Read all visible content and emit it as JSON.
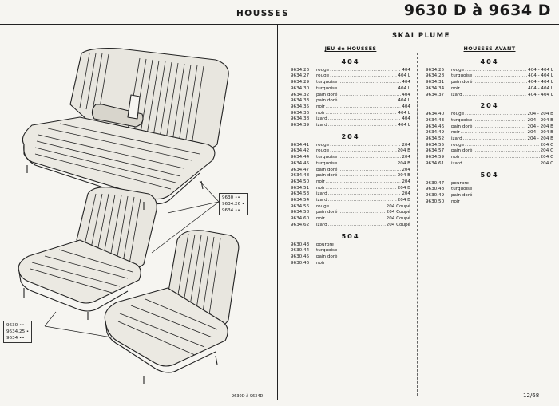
{
  "header": {
    "title": "HOUSSES",
    "range": "9630 D à 9634 D"
  },
  "subtitle": "SKAI PLUME",
  "left_column": {
    "heading": "JEU de HOUSSES",
    "sections": [
      {
        "model": "404",
        "rows": [
          {
            "ref": "9634.26",
            "color": "rouge",
            "model": "404"
          },
          {
            "ref": "9634.27",
            "color": "rouge",
            "model": "404 L"
          },
          {
            "ref": "9634.29",
            "color": "turquoise",
            "model": "404"
          },
          {
            "ref": "9634.30",
            "color": "turquoise",
            "model": "404 L"
          },
          {
            "ref": "9634.32",
            "color": "pain doré",
            "model": "404"
          },
          {
            "ref": "9634.33",
            "color": "pain doré",
            "model": "404 L"
          },
          {
            "ref": "9634.35",
            "color": "noir",
            "model": "404"
          },
          {
            "ref": "9634.36",
            "color": "noir",
            "model": "404 L"
          },
          {
            "ref": "9634.38",
            "color": "izard",
            "model": "404"
          },
          {
            "ref": "9634.39",
            "color": "izard",
            "model": "404 L"
          }
        ]
      },
      {
        "model": "204",
        "rows": [
          {
            "ref": "9634.41",
            "color": "rouge",
            "model": "204"
          },
          {
            "ref": "9634.42",
            "color": "rouge",
            "model": "204 B"
          },
          {
            "ref": "9634.44",
            "color": "turquoise",
            "model": "204"
          },
          {
            "ref": "9634.45",
            "color": "turquoise",
            "model": "204 B"
          },
          {
            "ref": "9634.47",
            "color": "pain doré",
            "model": "204"
          },
          {
            "ref": "9634.48",
            "color": "pain doré",
            "model": "204 B"
          },
          {
            "ref": "9634.50",
            "color": "noir",
            "model": "204"
          },
          {
            "ref": "9634.51",
            "color": "noir",
            "model": "204 B"
          },
          {
            "ref": "9634.53",
            "color": "izard",
            "model": "204"
          },
          {
            "ref": "9634.54",
            "color": "izard",
            "model": "204 B"
          },
          {
            "ref": "9634.56",
            "color": "rouge",
            "model": "204 Coupé"
          },
          {
            "ref": "9634.58",
            "color": "pain doré",
            "model": "204 Coupé"
          },
          {
            "ref": "9634.60",
            "color": "noir",
            "model": "204 Coupé"
          },
          {
            "ref": "9634.62",
            "color": "izard",
            "model": "204 Coupé"
          }
        ]
      },
      {
        "model": "504",
        "rows": [
          {
            "ref": "9630.43",
            "color": "pourpre",
            "model": ""
          },
          {
            "ref": "9630.44",
            "color": "turquoise",
            "model": ""
          },
          {
            "ref": "9630.45",
            "color": "pain doré",
            "model": ""
          },
          {
            "ref": "9630.46",
            "color": "noir",
            "model": ""
          }
        ]
      }
    ]
  },
  "right_column": {
    "heading": "HOUSSES AVANT",
    "sections": [
      {
        "model": "404",
        "rows": [
          {
            "ref": "9634.25",
            "color": "rouge",
            "model": "404 - 404 L"
          },
          {
            "ref": "9634.28",
            "color": "turquoise",
            "model": "404 - 404 L"
          },
          {
            "ref": "9634.31",
            "color": "pain doré",
            "model": "404 - 404 L"
          },
          {
            "ref": "9634.34",
            "color": "noir",
            "model": "404 - 404 L"
          },
          {
            "ref": "9634.37",
            "color": "izard",
            "model": "404 - 404 L"
          }
        ]
      },
      {
        "model": "204",
        "rows": [
          {
            "ref": "9634.40",
            "color": "rouge",
            "model": "204 - 204 B"
          },
          {
            "ref": "9634.43",
            "color": "turquoise",
            "model": "204 - 204 B"
          },
          {
            "ref": "9634.46",
            "color": "pain doré",
            "model": "204 - 204 B"
          },
          {
            "ref": "9634.49",
            "color": "noir",
            "model": "204 - 204 B"
          },
          {
            "ref": "9634.52",
            "color": "izard",
            "model": "204 - 204 B"
          },
          {
            "ref": "9634.55",
            "color": "rouge",
            "model": "204 C"
          },
          {
            "ref": "9634.57",
            "color": "pain doré",
            "model": "204 C"
          },
          {
            "ref": "9634.59",
            "color": "noir",
            "model": "204 C"
          },
          {
            "ref": "9634.61",
            "color": "izard",
            "model": "204 C"
          }
        ]
      },
      {
        "model": "504",
        "rows": [
          {
            "ref": "9630.47",
            "color": "pourpre",
            "model": ""
          },
          {
            "ref": "9630.48",
            "color": "turquoise",
            "model": ""
          },
          {
            "ref": "9630.49",
            "color": "pain doré",
            "model": ""
          },
          {
            "ref": "9630.50",
            "color": "noir",
            "model": ""
          }
        ]
      }
    ]
  },
  "callout_bench": [
    "9630 ••",
    "9634.26 •",
    "9634 ••"
  ],
  "callout_front": [
    "9630 ••",
    "9634.25 •",
    "9634 ••"
  ],
  "footer": {
    "code": "9630D à 9634D",
    "page": "12/68"
  }
}
